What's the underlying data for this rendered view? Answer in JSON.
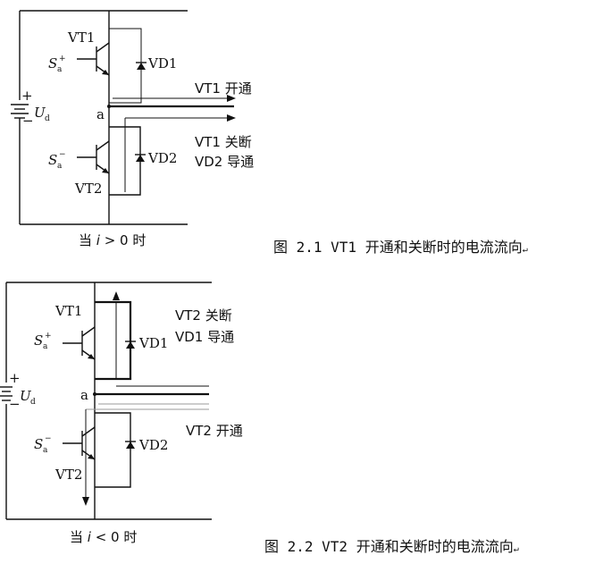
{
  "figure1": {
    "vt1": "VT1",
    "vt2": "VT2",
    "vd1": "VD1",
    "vd2": "VD2",
    "s_letter": "S",
    "s_sub": "a",
    "s_plus": "+",
    "s_minus": "−",
    "u_letter": "U",
    "u_sub": "d",
    "src_plus": "+",
    "src_minus": "−",
    "node": "a",
    "note1": "VT1 开通",
    "note2": "VT1 关断",
    "note3": "VD2 导通",
    "cond_prefix": "当 ",
    "cond_var": "i",
    "cond_rest": " > 0 时",
    "caption": "图 2.1 VT1 开通和关断时的电流流向",
    "caption_mark": "↵"
  },
  "figure2": {
    "vt1": "VT1",
    "vt2": "VT2",
    "vd1": "VD1",
    "vd2": "VD2",
    "s_letter": "S",
    "s_sub": "a",
    "s_plus": "+",
    "s_minus": "−",
    "u_letter": "U",
    "u_sub": "d",
    "src_plus": "+",
    "src_minus": "−",
    "node": "a",
    "note1": "VT2 关断",
    "note2": "VD1 导通",
    "note3": "VT2 开通",
    "cond_prefix": "当 ",
    "cond_var": "i",
    "cond_rest": " < 0 时",
    "caption": "图 2.2 VT2 开通和关断时的电流流向",
    "caption_mark": "↵"
  }
}
